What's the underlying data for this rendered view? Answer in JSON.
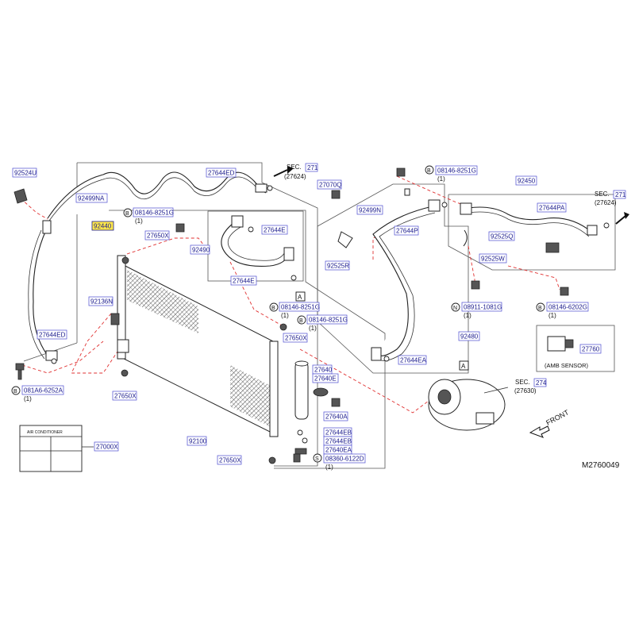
{
  "diagram_id": "M2760049",
  "colors": {
    "part_number_text": "#1a1a8c",
    "part_box_border": "#4a4ad0",
    "highlight": "#ffe84a",
    "leader_dash": "#e03030"
  },
  "parts": {
    "p92524U": "92524U",
    "p27644ED_top": "27644ED",
    "p92499NA": "92499NA",
    "p92440": "92440",
    "p08146_8251G_a": "08146-8251G",
    "qty_a": "(1)",
    "p27650X_a": "27650X",
    "p92490": "92490",
    "p27644E_a": "27644E",
    "p27644E_b": "27644E",
    "p92136N": "92136N",
    "p27644ED_left": "27644ED",
    "p081A6_6252A": "081A6-6252A",
    "qty_b": "(1)",
    "p08146_8251G_b": "08146-8251G",
    "qty_c": "(1)",
    "p08146_8251G_c": "08146-8251G",
    "qty_d": "(1)",
    "p27650X_b": "27650X",
    "p27650X_c": "27650X",
    "p27640": "27640",
    "p27640E": "27640E",
    "p27640A": "27640A",
    "p27644EB_a": "27644EB",
    "p27644EB_b": "27644EB",
    "p27640EA": "27640EA",
    "p08360_6122D": "08360-6122D",
    "qty_e": "(1)",
    "p27650X_d": "27650X",
    "p92100": "92100",
    "p27000X": "27000X",
    "p27070Q": "27070Q",
    "p92499N": "92499N",
    "p27644P": "27644P",
    "p92525R": "92525R",
    "p08146_8251G_d": "08146-8251G",
    "qty_f": "(1)",
    "p92450": "92450",
    "p27644PA": "27644PA",
    "p92525Q": "92525Q",
    "p92525W": "92525W",
    "p08911_1081G": "08911-1081G",
    "qty_g": "(1)",
    "p08146_6202G": "08146-6202G",
    "qty_h": "(1)",
    "p92480": "92480",
    "p27644EA": "27644EA",
    "p27760": "27760",
    "sec_271_a": "271",
    "sec_271_b": "271",
    "sec_274": "274"
  },
  "labels": {
    "sec_prefix_a": "SEC.",
    "sec_ref_a": "(27624)",
    "sec_prefix_b": "SEC.",
    "sec_ref_b": "(27624)",
    "sec_prefix_c": "SEC.",
    "sec_ref_c": "(27630)",
    "amb_sensor": "(AMB SENSOR)",
    "air_conditioner": "AIR CONDITIONER",
    "front": "FRONT",
    "block_a_1": "A",
    "block_a_2": "A",
    "mark_b_1": "B",
    "mark_b_2": "B",
    "mark_b_3": "B",
    "mark_b_4": "B",
    "mark_b_5": "B",
    "mark_b_6": "B",
    "mark_n": "N",
    "mark_s": "S"
  }
}
